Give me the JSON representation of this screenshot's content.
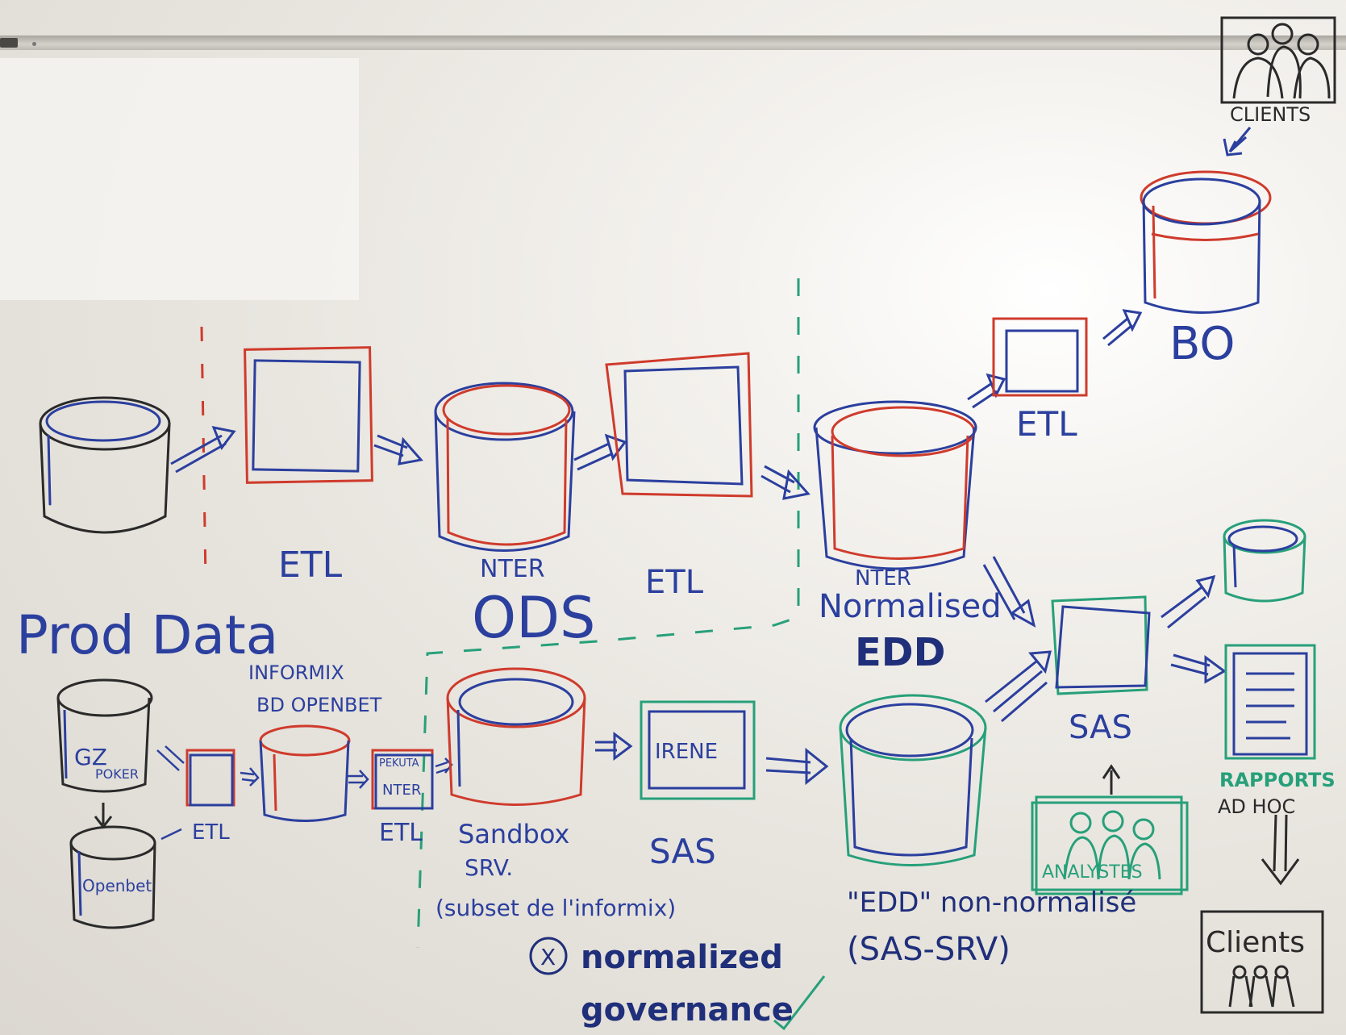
{
  "colors": {
    "blue": "#2b3f9e",
    "red": "#cf3b2c",
    "green": "#27a07a",
    "black": "#2a2a2a",
    "navy": "#1f2f7a"
  },
  "labels": {
    "etl_1": "ETL",
    "prod_data": "Prod Data",
    "nter_ods_prefix": "NTER",
    "ods": "ODS",
    "etl_2": "ETL",
    "nter_normalised_prefix": "NTER",
    "normalised": "Normalised",
    "edd": "EDD",
    "etl_top": "ETL",
    "bo": "BO",
    "clients_top": "CLIENTS",
    "informix": "INFORMIX",
    "bd_openbet": "BD OPENBET",
    "gz_poker_1": "GZ",
    "gz_poker_2": "POKER",
    "openbet": "Openbet",
    "etl_small_1": "ETL",
    "pekuta_1": "PEKUTA",
    "pekuta_2": "NTER",
    "etl_small_2": "ETL",
    "sandbox_1": "Sandbox",
    "sandbox_2": "SRV.",
    "sandbox_3": "(subset de l'informix)",
    "irene": "IRENE",
    "sas_1": "SAS",
    "sas_2": "SAS",
    "edd_non_norm": "\"EDD\" non-normalisé",
    "sas_srv": "(SAS-SRV)",
    "analystes": "ANALYSTES",
    "rapports": "RAPPORTS",
    "ad_hoc": "AD HOC",
    "clients_bottom": "Clients",
    "x_mark": "X",
    "normalized": "normalized",
    "governance": "governance"
  }
}
